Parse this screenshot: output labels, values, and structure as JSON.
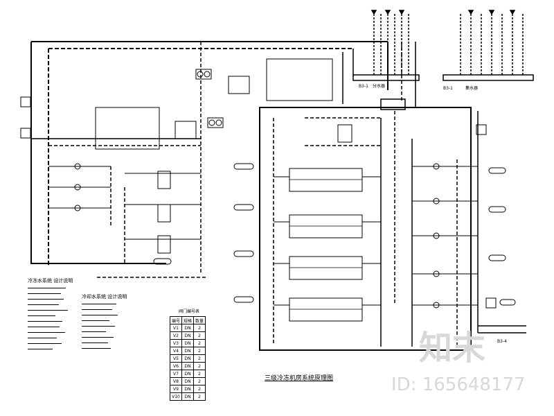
{
  "drawing": {
    "title": "三级冷冻机房系统原理图",
    "watermark_brand": "知末",
    "watermark_id": "ID: 165648177"
  },
  "labels": {
    "top_bar_left": "B3-1",
    "top_bar_right": "B3-1",
    "header_mid": "分水器",
    "header_right": "集水器",
    "outlet_right": "B3-4",
    "valve_table_title": "阀门编号表",
    "notes_left_title": "冷冻水系统 设计说明",
    "notes_right_title": "冷却水系统 设计说明"
  },
  "valve_table": {
    "headers": [
      "编号",
      "规格",
      "数量"
    ],
    "rows": [
      [
        "V1",
        "DN",
        "2"
      ],
      [
        "V2",
        "DN",
        "2"
      ],
      [
        "V3",
        "DN",
        "2"
      ],
      [
        "V4",
        "DN",
        "2"
      ],
      [
        "V5",
        "DN",
        "2"
      ],
      [
        "V6",
        "DN",
        "2"
      ],
      [
        "V7",
        "DN",
        "2"
      ],
      [
        "V8",
        "DN",
        "2"
      ],
      [
        "V9",
        "DN",
        "2"
      ],
      [
        "V10",
        "DN",
        "2"
      ]
    ]
  },
  "colors": {
    "line": "#000000",
    "watermark": "#d8d8d8"
  }
}
